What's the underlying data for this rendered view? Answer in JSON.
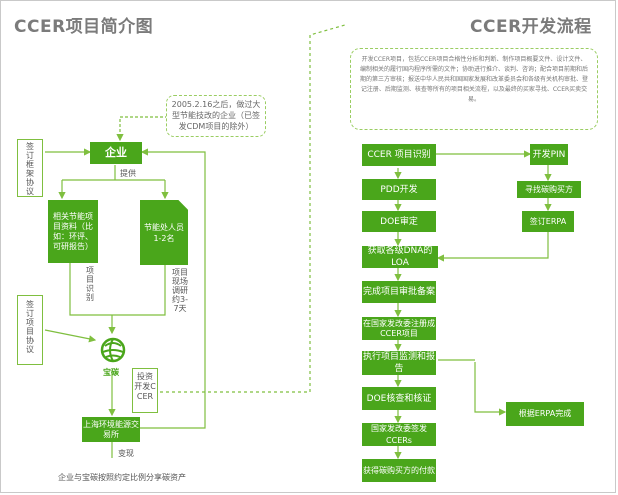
{
  "left_title": "CCER项目简介图",
  "right_title": "CCER开发流程",
  "note": "2005.2.16之后，做过大型节能技改的企业（已签发CDM项目的除外）",
  "company": "企业",
  "provide": "提供",
  "sign_framework": "签订框架协议",
  "materials": "相关节能项目资料（比如：环评、可研报告）",
  "energy_office": "节能处人员1-2名",
  "project_identification": "项目识别",
  "project_survey": "项目现场调研约3-7天",
  "sign_project": "签订项目协议",
  "logo_text": "宝碳",
  "invest_develop": "投资开发CCER",
  "exchange": "上海环境能源交易所",
  "cash_out": "变现",
  "bottom_note": "企业与宝碳按照约定比例分享碳资产",
  "description": "开发CCER项目，包括CCER项目合格性分析和判断、制作项目概要文件、设计文件、编制相关的履行国内程序所需的文件；协助进行推介、谈判、咨询；配合项目前期和后期的第三方审核；报送中华人民共和国国家发展和改革委员会和各级有关机构审批、登记注册、后期监测、核查等所有的项目相关流程，以及最终的买家寻找、CCER买卖交易。",
  "flow_left": [
    "CCER 项目识别",
    "PDD开发",
    "DOE审定",
    "获取各级DNA的LOA",
    "完成项目审批备案",
    "在国家发改委注册成CCER项目",
    "执行项目监测和报告",
    "DOE核查和核证",
    "国家发改委签发CCERs",
    "获得碳购买方的付款"
  ],
  "flow_right": [
    "开发PIN",
    "寻找碳购买方",
    "签订ERPA",
    "根据ERPA完成"
  ],
  "colors": {
    "green": "#4aa61b",
    "light_green": "#9acd62",
    "title_gray": "#7b7b7b"
  }
}
